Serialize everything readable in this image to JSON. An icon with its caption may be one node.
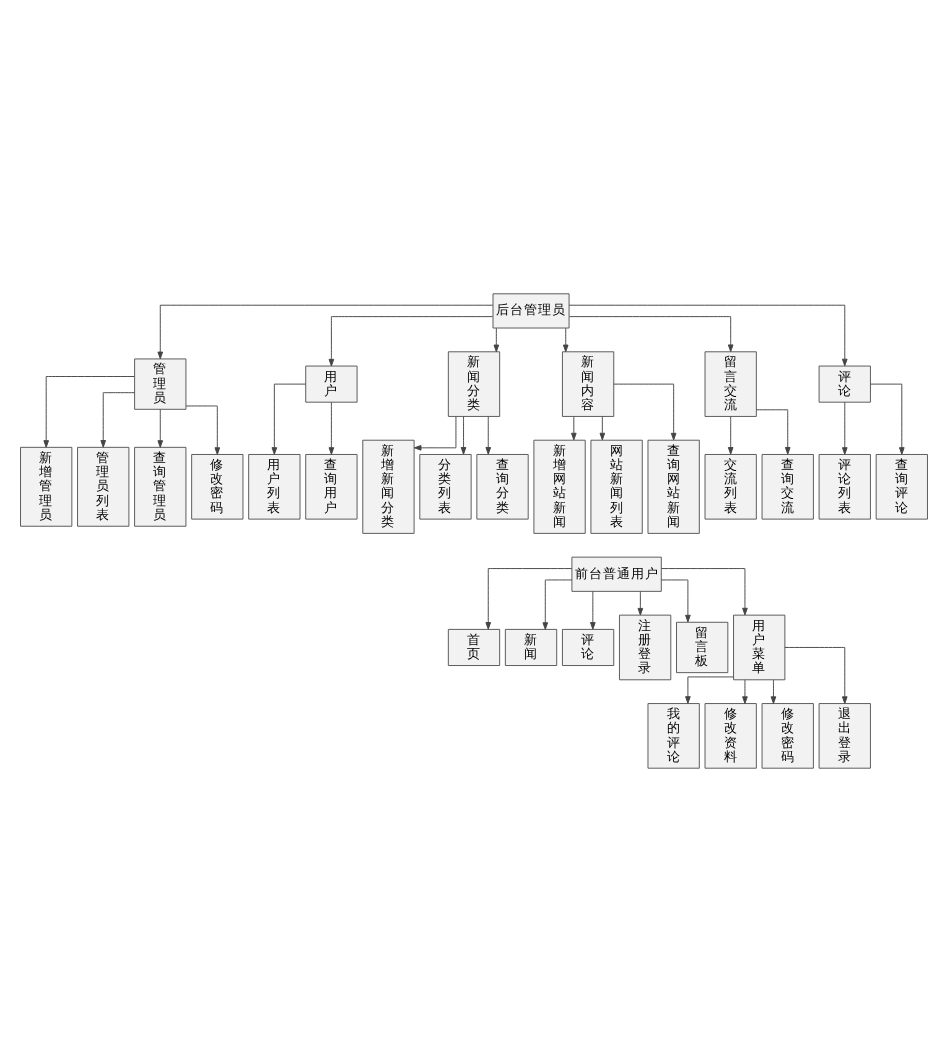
{
  "diagram": {
    "nodes": [
      {
        "text": [
          "后台管理员"
        ]
      },
      {
        "text": [
          "管理员"
        ]
      },
      {
        "text": [
          "用户"
        ]
      },
      {
        "text": [
          "新闻分类"
        ]
      },
      {
        "text": [
          "新闻内容"
        ]
      },
      {
        "text": [
          "留言交流"
        ]
      },
      {
        "text": [
          "评论"
        ]
      },
      {
        "text": [
          "新增管理员"
        ]
      },
      {
        "text": [
          "管理员列表"
        ]
      },
      {
        "text": [
          "查询管理员"
        ]
      },
      {
        "text": [
          "修改密码"
        ]
      },
      {
        "text": [
          "用户列表"
        ]
      },
      {
        "text": [
          "查询用户"
        ]
      },
      {
        "text": [
          "新增新闻分类"
        ]
      },
      {
        "text": [
          "分类列表"
        ]
      },
      {
        "text": [
          "查询分类"
        ]
      },
      {
        "text": [
          "新增网站新闻"
        ]
      },
      {
        "text": [
          "网站新闻列表"
        ]
      },
      {
        "text": [
          "查询网站新闻"
        ]
      },
      {
        "text": [
          "交流列表"
        ]
      },
      {
        "text": [
          "查询交流"
        ]
      },
      {
        "text": [
          "评论列表"
        ]
      },
      {
        "text": [
          "查询评论"
        ]
      },
      {
        "text": [
          "前台普通用户"
        ]
      },
      {
        "text": [
          "首页"
        ]
      },
      {
        "text": [
          "新闻"
        ]
      },
      {
        "text": [
          "评论"
        ]
      },
      {
        "text": [
          "注册登录"
        ]
      },
      {
        "text": [
          "留言板"
        ]
      },
      {
        "text": [
          "用户菜单"
        ]
      },
      {
        "text": [
          "我的评论"
        ]
      },
      {
        "text": [
          "修改资料"
        ]
      },
      {
        "text": [
          "修改密码"
        ]
      },
      {
        "text": [
          "退出登录"
        ]
      }
    ],
    "edges": [
      {
        "from": 0,
        "to": 1,
        "arrow": "to"
      },
      {
        "from": 0,
        "to": 2,
        "arrow": "to"
      },
      {
        "from": 0,
        "to": 3,
        "arrow": "to"
      },
      {
        "from": 0,
        "to": 4,
        "arrow": "to"
      },
      {
        "from": 0,
        "to": 5,
        "arrow": "to"
      },
      {
        "from": 0,
        "to": 6,
        "arrow": "to"
      },
      {
        "from": 1,
        "to": 7,
        "arrow": "to"
      },
      {
        "from": 1,
        "to": 8,
        "arrow": "to"
      },
      {
        "from": 1,
        "to": 9,
        "arrow": "to"
      },
      {
        "from": 1,
        "to": 10,
        "arrow": "to"
      },
      {
        "from": 2,
        "to": 11,
        "arrow": "to"
      },
      {
        "from": 2,
        "to": 12,
        "arrow": "to"
      },
      {
        "from": 3,
        "to": 13,
        "arrow": "to"
      },
      {
        "from": 3,
        "to": 14,
        "arrow": "to"
      },
      {
        "from": 3,
        "to": 15,
        "arrow": "to"
      },
      {
        "from": 4,
        "to": 16,
        "arrow": "to"
      },
      {
        "from": 4,
        "to": 17,
        "arrow": "to"
      },
      {
        "from": 4,
        "to": 18,
        "arrow": "to"
      },
      {
        "from": 5,
        "to": 19,
        "arrow": "to"
      },
      {
        "from": 5,
        "to": 20,
        "arrow": "to"
      },
      {
        "from": 6,
        "to": 21,
        "arrow": "to"
      },
      {
        "from": 6,
        "to": 22,
        "arrow": "to"
      },
      {
        "from": 23,
        "to": 24,
        "arrow": "to"
      },
      {
        "from": 23,
        "to": 25,
        "arrow": "to"
      },
      {
        "from": 23,
        "to": 26,
        "arrow": "to"
      },
      {
        "from": 23,
        "to": 27,
        "arrow": "to"
      },
      {
        "from": 23,
        "to": 28,
        "arrow": "to"
      },
      {
        "from": 23,
        "to": 29,
        "arrow": "to"
      },
      {
        "from": 29,
        "to": 30,
        "arrow": "to"
      },
      {
        "from": 29,
        "to": 31,
        "arrow": "to"
      },
      {
        "from": 29,
        "to": 32,
        "arrow": "to"
      },
      {
        "from": 29,
        "to": 33,
        "arrow": "to"
      }
    ]
  }
}
